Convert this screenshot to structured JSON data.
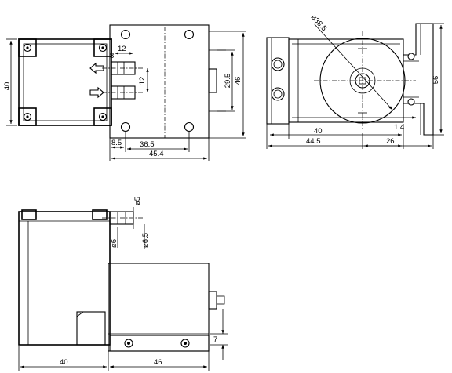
{
  "views": {
    "front": {
      "dim_height_body": "40",
      "dim_port_pitch": "12",
      "dim_port_gap": "12",
      "dim_port_small": "8",
      "dim_mount_pitch": "29.5",
      "dim_overall_height": "46",
      "dim_tab_offset": "8.5",
      "dim_port_to_edge": "36.5",
      "dim_plate_width": "45.4"
    },
    "side": {
      "dim_circle_dia": "ø38.5",
      "dim_body_width": "40",
      "dim_total_width": "44.5",
      "dim_bracket_width": "26",
      "dim_bracket_thickness": "1.4",
      "dim_bracket_height": "56"
    },
    "top": {
      "dim_port_outer": "ø5",
      "dim_port_barb": "ø6.5",
      "dim_port_inner": "ø6",
      "dim_motor_length": "40",
      "dim_pump_length": "46",
      "dim_shaft_offset": "7"
    }
  }
}
